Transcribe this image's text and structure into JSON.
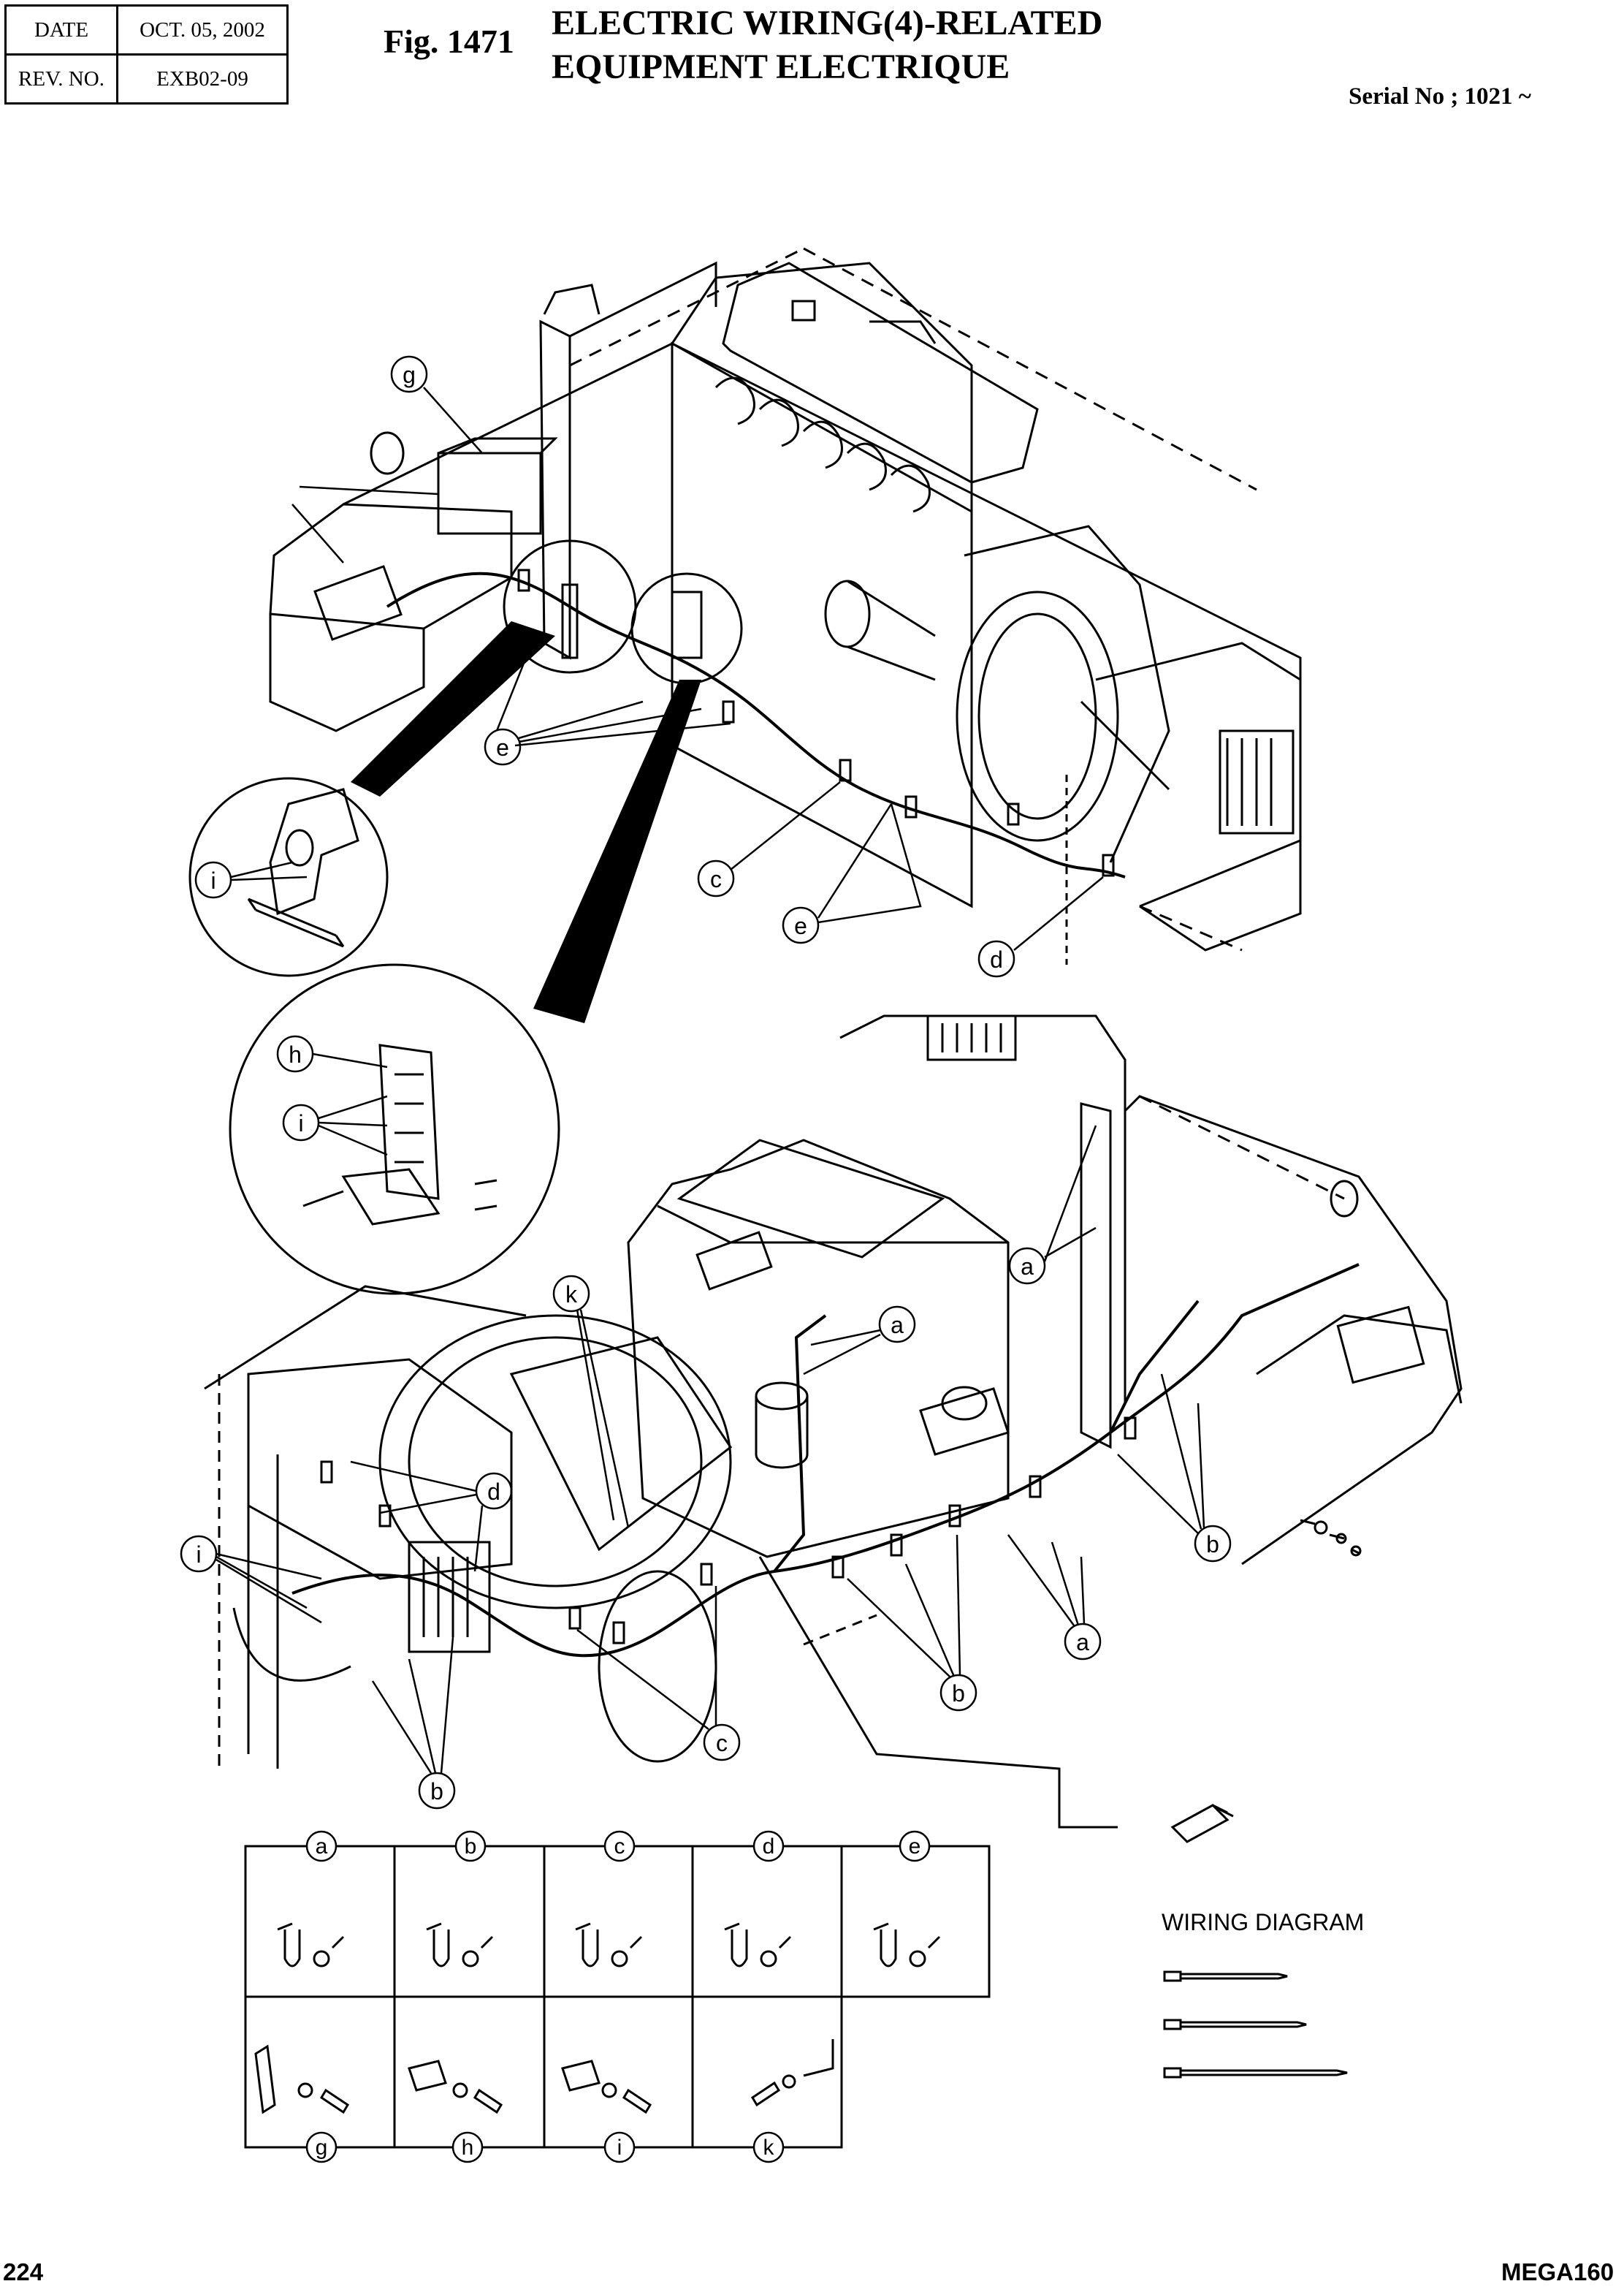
{
  "header": {
    "date_label": "DATE",
    "date_value": "OCT. 05, 2002",
    "rev_label": "REV. NO.",
    "rev_value": "EXB02-09"
  },
  "figure": {
    "number": "Fig. 1471",
    "title_line_1": "ELECTRIC WIRING(4)-RELATED",
    "title_line_2": "EQUIPMENT ELECTRIQUE",
    "serial": "Serial No ; 1021 ~"
  },
  "callouts": {
    "a": "a",
    "b": "b",
    "c": "c",
    "d": "d",
    "e": "e",
    "g": "g",
    "h": "h",
    "i": "i",
    "k": "k"
  },
  "legend": {
    "top_row": [
      "a",
      "b",
      "c",
      "d",
      "e"
    ],
    "bottom_row": [
      "g",
      "h",
      "i",
      "k"
    ]
  },
  "wiring_diagram_label": "WIRING DIAGRAM",
  "footer": {
    "page": "224",
    "model": "MEGA160"
  }
}
